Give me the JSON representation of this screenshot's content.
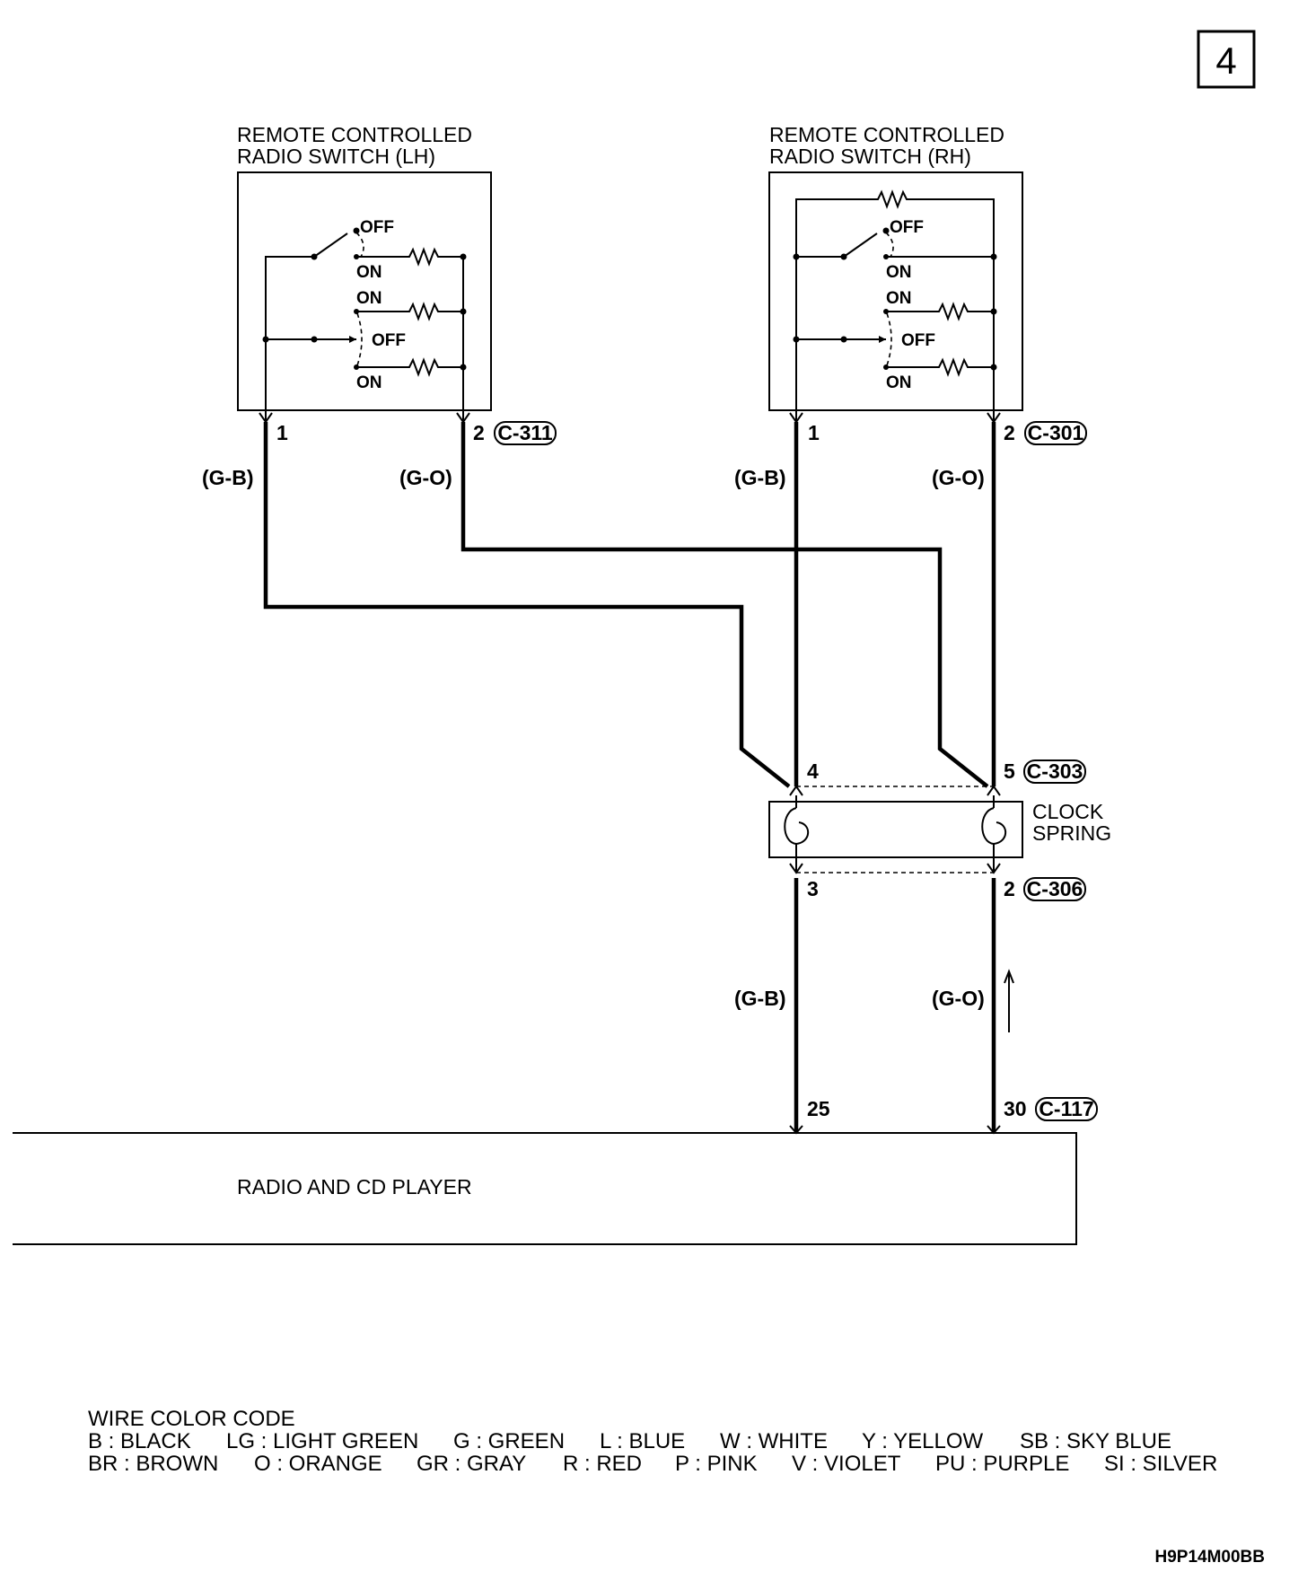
{
  "page_number": "4",
  "switch_lh": {
    "title_line1": "REMOTE CONTROLLED",
    "title_line2": "RADIO SWITCH (LH)",
    "off1": "OFF",
    "on1": "ON",
    "on2": "ON",
    "off2": "OFF",
    "on3": "ON",
    "pin1": "1",
    "pin2": "2",
    "connector": "C-311",
    "wire1": "(G-B)",
    "wire2": "(G-O)"
  },
  "switch_rh": {
    "title_line1": "REMOTE CONTROLLED",
    "title_line2": "RADIO SWITCH (RH)",
    "off1": "OFF",
    "on1": "ON",
    "on2": "ON",
    "off2": "OFF",
    "on3": "ON",
    "pin1": "1",
    "pin2": "2",
    "connector": "C-301",
    "wire1": "(G-B)",
    "wire2": "(G-O)"
  },
  "clock_spring": {
    "label_line1": "CLOCK",
    "label_line2": "SPRING",
    "top_pin_left": "4",
    "top_pin_right": "5",
    "top_connector": "C-303",
    "bottom_pin_left": "3",
    "bottom_pin_right": "2",
    "bottom_connector": "C-306",
    "wire_left": "(G-B)",
    "wire_right": "(G-O)"
  },
  "radio": {
    "label": "RADIO AND CD PLAYER",
    "pin_left": "25",
    "pin_right": "30",
    "connector": "C-117"
  },
  "legend": {
    "title": "WIRE COLOR CODE",
    "row1": [
      "B : BLACK",
      "LG : LIGHT GREEN",
      "G : GREEN",
      "L : BLUE",
      "W : WHITE",
      "Y : YELLOW",
      "SB : SKY BLUE"
    ],
    "row2": [
      "BR : BROWN",
      "O : ORANGE",
      "GR : GRAY",
      "R : RED",
      "P : PINK",
      "V : VIOLET",
      "PU : PURPLE",
      "SI : SILVER"
    ]
  },
  "figure_code": "H9P14M00BB"
}
